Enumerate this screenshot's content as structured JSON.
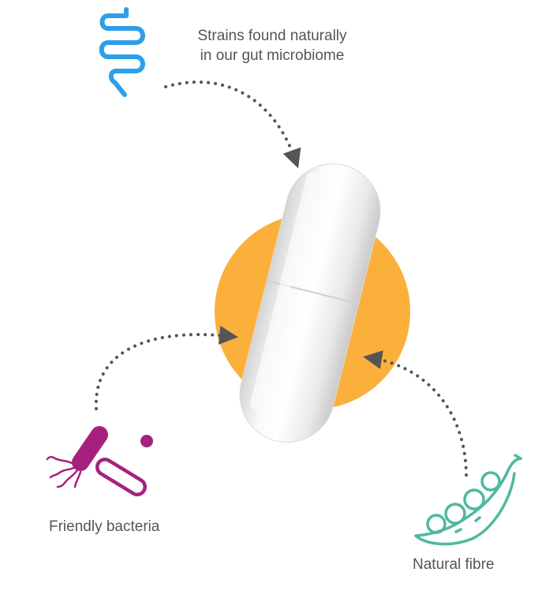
{
  "labels": {
    "gut_line1": "Strains found naturally",
    "gut_line2": "in our gut microbiome",
    "bacteria": "Friendly bacteria",
    "fibre": "Natural fibre"
  },
  "icons": {
    "gut": "intestine-icon",
    "bacteria": "bacteria-icon",
    "fibre": "pea-pod-icon",
    "center": "capsule-icon"
  },
  "colors": {
    "gut_icon": "#2f9ee8",
    "bacteria_icon": "#a6217f",
    "fibre_icon": "#4fb89e",
    "circle": "#fbb03b",
    "capsule": "#f1f1f1",
    "arrow": "#555555",
    "text": "#555555"
  }
}
